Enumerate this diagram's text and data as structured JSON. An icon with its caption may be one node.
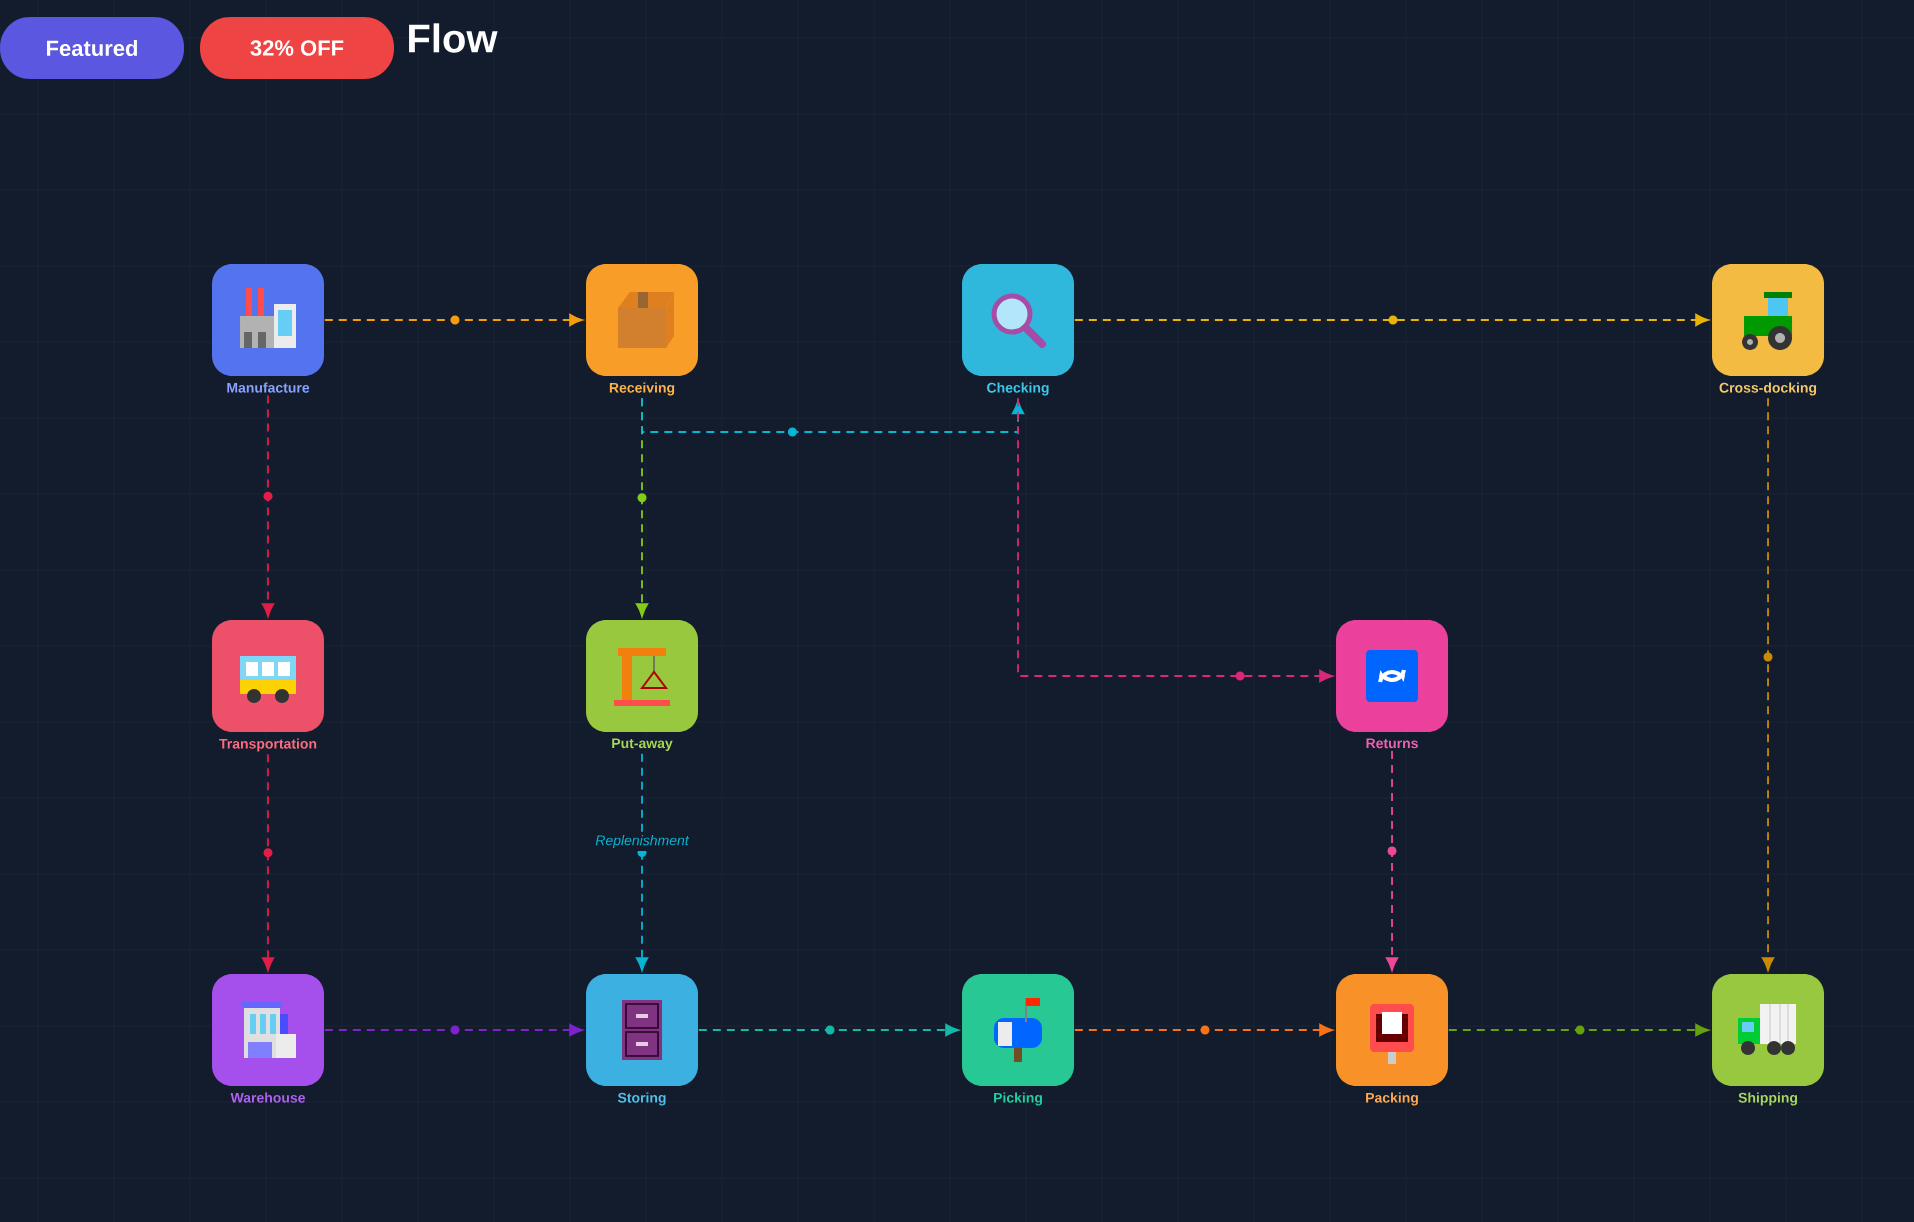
{
  "diagram": {
    "title": "Flow",
    "nodes": [
      {
        "text": [
          "Manufacture"
        ]
      },
      {
        "text": [
          "Receiving"
        ]
      },
      {
        "text": [
          "Checking"
        ]
      },
      {
        "text": [
          "Cross-docking"
        ]
      },
      {
        "text": [
          "Transportation"
        ]
      },
      {
        "text": [
          "Put-away"
        ]
      },
      {
        "text": [
          "Returns"
        ]
      },
      {
        "text": [
          "Warehouse"
        ]
      },
      {
        "text": [
          "Storing"
        ]
      },
      {
        "text": [
          "Picking"
        ]
      },
      {
        "text": [
          "Packing"
        ]
      },
      {
        "text": [
          "Shipping"
        ]
      }
    ],
    "edges": [
      {
        "from": 0,
        "to": 1,
        "arrow": "to",
        "color": "#f59e0b"
      },
      {
        "from": 0,
        "to": 4,
        "arrow": "to",
        "color": "#e11d48"
      },
      {
        "from": 4,
        "to": 7,
        "arrow": "to",
        "color": "#e11d48"
      },
      {
        "from": 1,
        "to": 5,
        "arrow": "to",
        "color": "#84cc16"
      },
      {
        "from": 1,
        "to": 2,
        "arrow": "to",
        "color": "#06b6d4"
      },
      {
        "from": 2,
        "to": 3,
        "arrow": "to",
        "color": "#eab308"
      },
      {
        "from": 2,
        "to": 6,
        "arrow": "to",
        "color": "#db2777"
      },
      {
        "from": 3,
        "to": 11,
        "arrow": "to",
        "color": "#ca8a04"
      },
      {
        "from": 5,
        "to": 8,
        "arrow": "to",
        "color": "#06b6d4",
        "label": "Replenishment"
      },
      {
        "from": 7,
        "to": 8,
        "arrow": "to",
        "color": "#7e22ce"
      },
      {
        "from": 8,
        "to": 9,
        "arrow": "to",
        "color": "#14b8a6"
      },
      {
        "from": 9,
        "to": 10,
        "arrow": "to",
        "color": "#f97316"
      },
      {
        "from": 6,
        "to": 10,
        "arrow": "to",
        "color": "#ec4899"
      },
      {
        "from": 10,
        "to": 11,
        "arrow": "to",
        "color": "#65a30d"
      }
    ],
    "labels": [
      "Featured",
      "32% OFF"
    ]
  }
}
